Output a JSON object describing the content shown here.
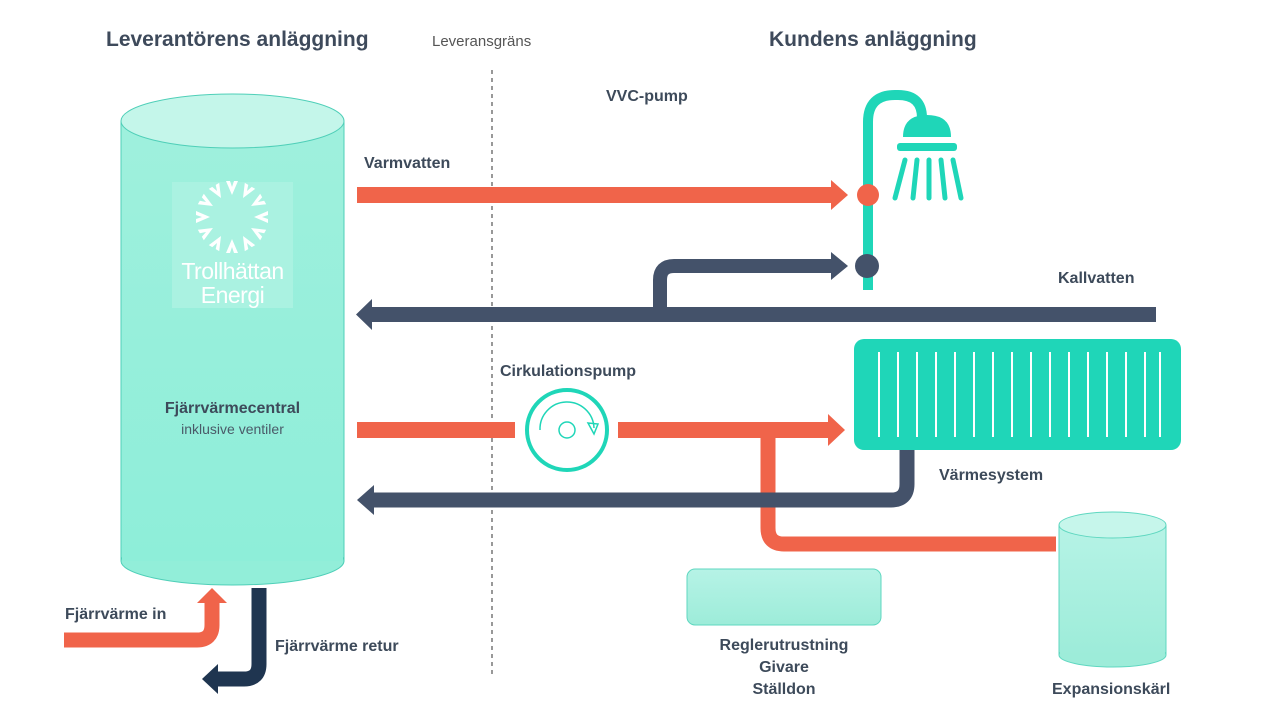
{
  "headers": {
    "supplier": "Leverantörens anläggning",
    "boundary": "Leveransgräns",
    "customer": "Kundens anläggning"
  },
  "logo": {
    "line1": "Trollhättan",
    "line2": "Energi"
  },
  "central": {
    "title": "Fjärrvärmecentral",
    "subtitle": "inklusive ventiler"
  },
  "labels": {
    "vvc_pump": "VVC-pump",
    "hot_water": "Varmvatten",
    "cold_water": "Kallvatten",
    "circulation_pump": "Cirkulationspump",
    "heating_system": "Värmesystem",
    "control_line1": "Reglerutrustning",
    "control_line2": "Givare",
    "control_line3": "Ställdon",
    "expansion_tank": "Expansionskärl",
    "district_heating_in": "Fjärrvärme in",
    "district_heating_return": "Fjärrvärme retur"
  },
  "icons": {
    "shower": "shower-icon",
    "pump": "circulation-pump-icon",
    "radiator": "radiator-icon",
    "tank": "expansion-tank-icon",
    "logo": "trollhattan-energi-logo"
  },
  "colors": {
    "hot": "#f0644a",
    "cold": "#44526a",
    "dark_return": "#1f3550",
    "teal": "#1fd6b8",
    "tank_fill": "#a6f0dd",
    "text": "#3d4a5a"
  }
}
